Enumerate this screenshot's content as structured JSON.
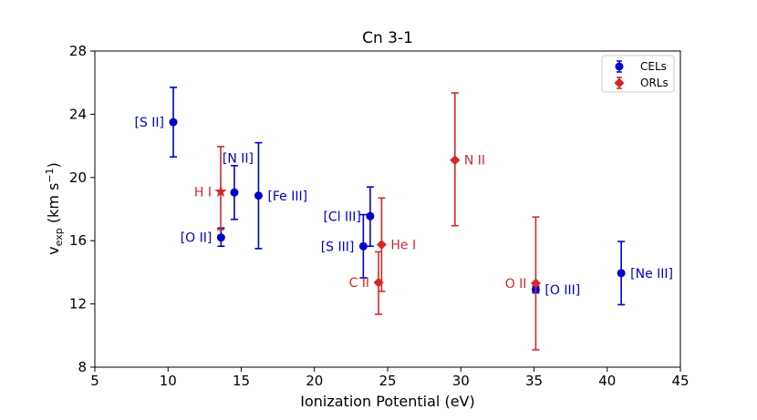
{
  "chart_data": {
    "type": "scatter",
    "title": "Cn 3-1",
    "xlabel": "Ionization Potential (eV)",
    "ylabel": {
      "base": "v",
      "sub": "exp",
      "unit_open": " (km s",
      "unit_sup": "−1",
      "unit_close": ")"
    },
    "xlim": [
      5,
      45
    ],
    "ylim": [
      8,
      28
    ],
    "xticks": [
      5,
      10,
      15,
      20,
      25,
      30,
      35,
      40,
      45
    ],
    "yticks": [
      8,
      12,
      16,
      20,
      24,
      28
    ],
    "grid": false,
    "legend_position": "top-right",
    "series": [
      {
        "name": "CELs",
        "color": "#0000cc",
        "marker": "circle",
        "points": [
          {
            "label": "[S II]",
            "x": 10.36,
            "y": 23.5,
            "yerr_low": 21.3,
            "yerr_high": 25.7,
            "label_side": "left"
          },
          {
            "label": "[O II]",
            "x": 13.62,
            "y": 16.2,
            "yerr_low": 15.65,
            "yerr_high": 16.8,
            "label_side": "left"
          },
          {
            "label": "[N II]",
            "x": 14.53,
            "y": 19.05,
            "yerr_low": 17.35,
            "yerr_high": 20.75,
            "label_side": "above"
          },
          {
            "label": "[Fe III]",
            "x": 16.18,
            "y": 18.85,
            "yerr_low": 15.5,
            "yerr_high": 22.2,
            "label_side": "right"
          },
          {
            "label": "[S III]",
            "x": 23.34,
            "y": 15.65,
            "yerr_low": 13.65,
            "yerr_high": 17.65,
            "label_side": "left"
          },
          {
            "label": "[Cl III]",
            "x": 23.81,
            "y": 17.55,
            "yerr_low": 15.65,
            "yerr_high": 19.4,
            "label_side": "left"
          },
          {
            "label": "[O III]",
            "x": 35.12,
            "y": 12.9,
            "yerr_low": 12.7,
            "yerr_high": 13.1,
            "label_side": "right"
          },
          {
            "label": "[Ne III]",
            "x": 40.96,
            "y": 13.95,
            "yerr_low": 11.95,
            "yerr_high": 15.95,
            "label_side": "right"
          }
        ]
      },
      {
        "name": "ORLs",
        "color": "#d62728",
        "marker": "diamond",
        "points": [
          {
            "label": "H I",
            "x": 13.6,
            "y": 19.1,
            "yerr_low": 16.7,
            "yerr_high": 21.95,
            "label_side": "left",
            "marker": "star"
          },
          {
            "label": "C II",
            "x": 24.38,
            "y": 13.35,
            "yerr_low": 11.35,
            "yerr_high": 15.3,
            "label_side": "left"
          },
          {
            "label": "He I",
            "x": 24.59,
            "y": 15.75,
            "yerr_low": 12.8,
            "yerr_high": 18.7,
            "label_side": "right"
          },
          {
            "label": "N II",
            "x": 29.6,
            "y": 21.1,
            "yerr_low": 16.95,
            "yerr_high": 25.35,
            "label_side": "right"
          },
          {
            "label": "O II",
            "x": 35.12,
            "y": 13.3,
            "yerr_low": 9.1,
            "yerr_high": 17.5,
            "label_side": "left"
          }
        ]
      }
    ]
  }
}
